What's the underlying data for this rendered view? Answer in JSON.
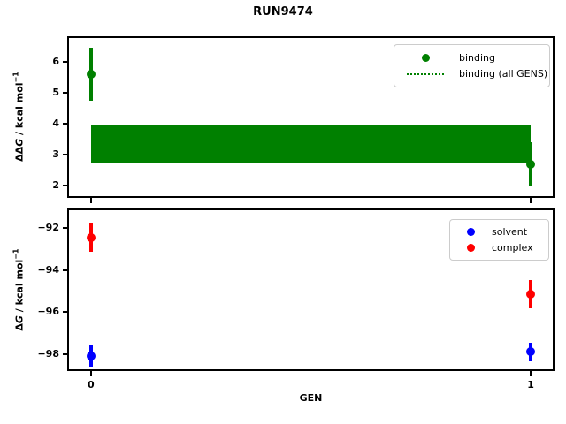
{
  "chart_data": [
    {
      "type": "scatter",
      "title": "RUN9474",
      "ylabel_text": "ΔΔG / kcal mol⁻¹",
      "ylabel": {
        "prefix": "ΔΔ",
        "italic": "G",
        "unit": " / kcal mol",
        "sup": "−1"
      },
      "xlim": [
        -0.05,
        1.05
      ],
      "ylim": [
        1.66,
        6.77
      ],
      "xticks": [
        0,
        1
      ],
      "yticks": [
        2,
        3,
        4,
        5,
        6
      ],
      "ytick_labels": [
        "2",
        "3",
        "4",
        "5",
        "6"
      ],
      "grid": false,
      "series": [
        {
          "name": "binding",
          "color": "#008000",
          "marker": "circle",
          "x": [
            0,
            1
          ],
          "y": [
            5.6,
            2.68
          ],
          "yerr": [
            0.85,
            0.72
          ]
        }
      ],
      "band": {
        "name": "binding (all GENS)",
        "color": "#008000",
        "linestyle": "dotted",
        "x": [
          0,
          1
        ],
        "lo": 2.72,
        "hi": 3.94
      },
      "legend": {
        "position": "upper right",
        "entries": [
          {
            "label": "binding",
            "swatch": "dot",
            "color": "#008000"
          },
          {
            "label": "binding (all GENS)",
            "swatch": "dotted-line",
            "color": "#008000"
          }
        ]
      }
    },
    {
      "type": "scatter",
      "xlabel": "GEN",
      "ylabel_text": "ΔG / kcal mol⁻¹",
      "ylabel": {
        "prefix": "Δ",
        "italic": "G",
        "unit": " / kcal mol",
        "sup": "−1"
      },
      "xlim": [
        -0.05,
        1.05
      ],
      "ylim": [
        -98.72,
        -91.16
      ],
      "xticks": [
        0,
        1
      ],
      "xtick_labels": [
        "0",
        "1"
      ],
      "yticks": [
        -92,
        -94,
        -96,
        -98
      ],
      "ytick_labels": [
        "−92",
        "−94",
        "−96",
        "−98"
      ],
      "grid": false,
      "series": [
        {
          "name": "solvent",
          "color": "#0000ff",
          "marker": "circle",
          "x": [
            0,
            1
          ],
          "y": [
            -98.1,
            -97.9
          ],
          "yerr": [
            0.5,
            0.45
          ]
        },
        {
          "name": "complex",
          "color": "#ff0000",
          "marker": "circle",
          "x": [
            0,
            1
          ],
          "y": [
            -92.45,
            -95.15
          ],
          "yerr": [
            0.7,
            0.68
          ]
        }
      ],
      "legend": {
        "position": "upper right",
        "entries": [
          {
            "label": "solvent",
            "swatch": "dot",
            "color": "#0000ff"
          },
          {
            "label": "complex",
            "swatch": "dot",
            "color": "#ff0000"
          }
        ]
      }
    }
  ]
}
